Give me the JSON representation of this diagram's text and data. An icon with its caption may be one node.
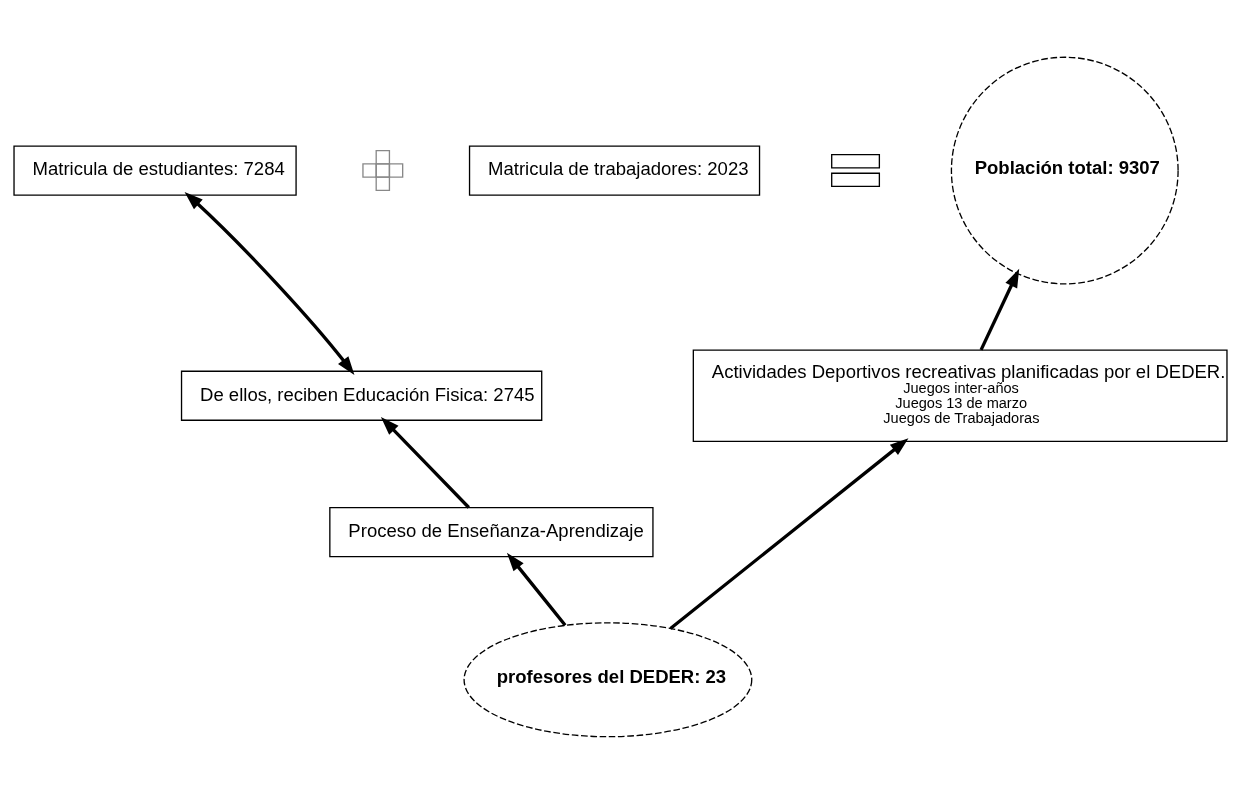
{
  "diagram": {
    "nodes": [
      {
        "text": [
          "Matricula de estudiantes: 7284"
        ]
      },
      {
        "text": [],
        "shape": "plus"
      },
      {
        "text": [
          "Matricula de trabajadores: 2023"
        ]
      },
      {
        "text": [],
        "shape": "equals"
      },
      {
        "text": [
          "Población total: 9307"
        ]
      },
      {
        "text": [
          "De ellos, reciben Educación Fisica: 2745"
        ]
      },
      {
        "text": [
          "Actividades Deportivos recreativas planificadas por el DEDER.",
          "Juegos inter-años",
          "Juegos 13 de marzo",
          "Juegos de Trabajadoras"
        ]
      },
      {
        "text": [
          "Proceso de Enseñanza-Aprendizaje"
        ]
      },
      {
        "text": [
          "profesores del DEDER: 23"
        ]
      }
    ],
    "edges": [
      {
        "from": 0,
        "to": 5,
        "arrow": "both"
      },
      {
        "from": 7,
        "to": 5,
        "arrow": "to"
      },
      {
        "from": 8,
        "to": 7,
        "arrow": "to"
      },
      {
        "from": 8,
        "to": 6,
        "arrow": "to"
      },
      {
        "from": 6,
        "to": 4,
        "arrow": "to"
      }
    ]
  }
}
